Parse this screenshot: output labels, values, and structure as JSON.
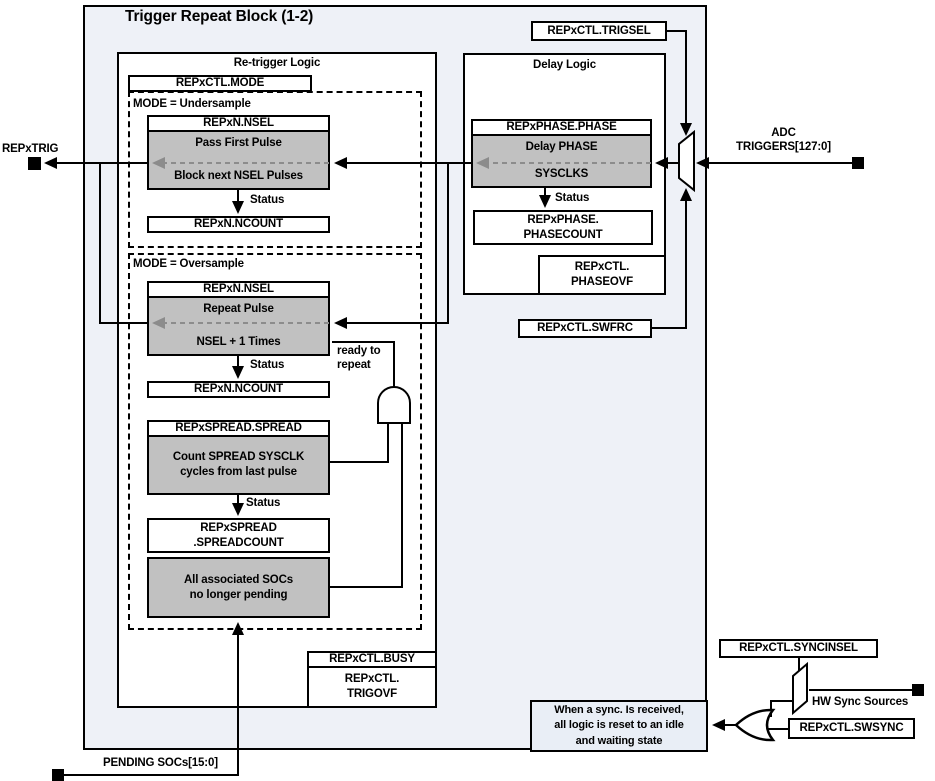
{
  "diagram": {
    "title": "Trigger Repeat Block (1-2)",
    "retrigger": {
      "label": "Re-trigger Logic",
      "mode_reg": "REPxCTL.MODE",
      "under": {
        "mode_label": "MODE = Undersample",
        "nsel": "REPxN.NSEL",
        "act1": "Pass First Pulse",
        "act2": "Block next NSEL Pulses",
        "status": "Status",
        "ncount": "REPxN.NCOUNT"
      },
      "over": {
        "mode_label": "MODE = Oversample",
        "nsel": "REPxN.NSEL",
        "act1": "Repeat Pulse",
        "act2": "NSEL + 1 Times",
        "status": "Status",
        "ncount": "REPxN.NCOUNT",
        "spread_reg": "REPxSPREAD.SPREAD",
        "spread_act1": "Count SPREAD SYSCLK",
        "spread_act2": "cycles from last pulse",
        "spread_status": "Status",
        "spreadcount1": "REPxSPREAD",
        "spreadcount2": ".SPREADCOUNT",
        "socs1": "All associated SOCs",
        "socs2": "no longer pending",
        "ready1": "ready to",
        "ready2": "repeat"
      },
      "busy": "REPxCTL.BUSY",
      "trigovf1": "REPxCTL.",
      "trigovf2": "TRIGOVF"
    },
    "delay": {
      "label": "Delay Logic",
      "phase_reg": "REPxPHASE.PHASE",
      "act1": "Delay PHASE",
      "act2": "SYSCLKS",
      "status": "Status",
      "count1": "REPxPHASE.",
      "count2": "PHASECOUNT",
      "ovf1": "REPxCTL.",
      "ovf2": "PHASEOVF"
    },
    "io": {
      "repxtrig": "REPxTRIG",
      "adc1": "ADC",
      "adc2": "TRIGGERS[127:0]",
      "pending": "PENDING SOCs[15:0]",
      "trigsel": "REPxCTL.TRIGSEL",
      "swfrc": "REPxCTL.SWFRC"
    },
    "sync": {
      "syncinsel": "REPxCTL.SYNCINSEL",
      "swsync": "REPxCTL.SWSYNC",
      "hw": "HW Sync Sources",
      "note1": "When a sync. Is received,",
      "note2": "all logic is reset to an idle",
      "note3": "and waiting state"
    },
    "colors": {
      "block_fill": "#eef1f7",
      "box_fill": "#ffffff",
      "gray_fill": "#c1c1c1",
      "note_fill": "#e9eef6",
      "line": "#000000",
      "dashed_arrow": "#8c8c8c"
    }
  }
}
